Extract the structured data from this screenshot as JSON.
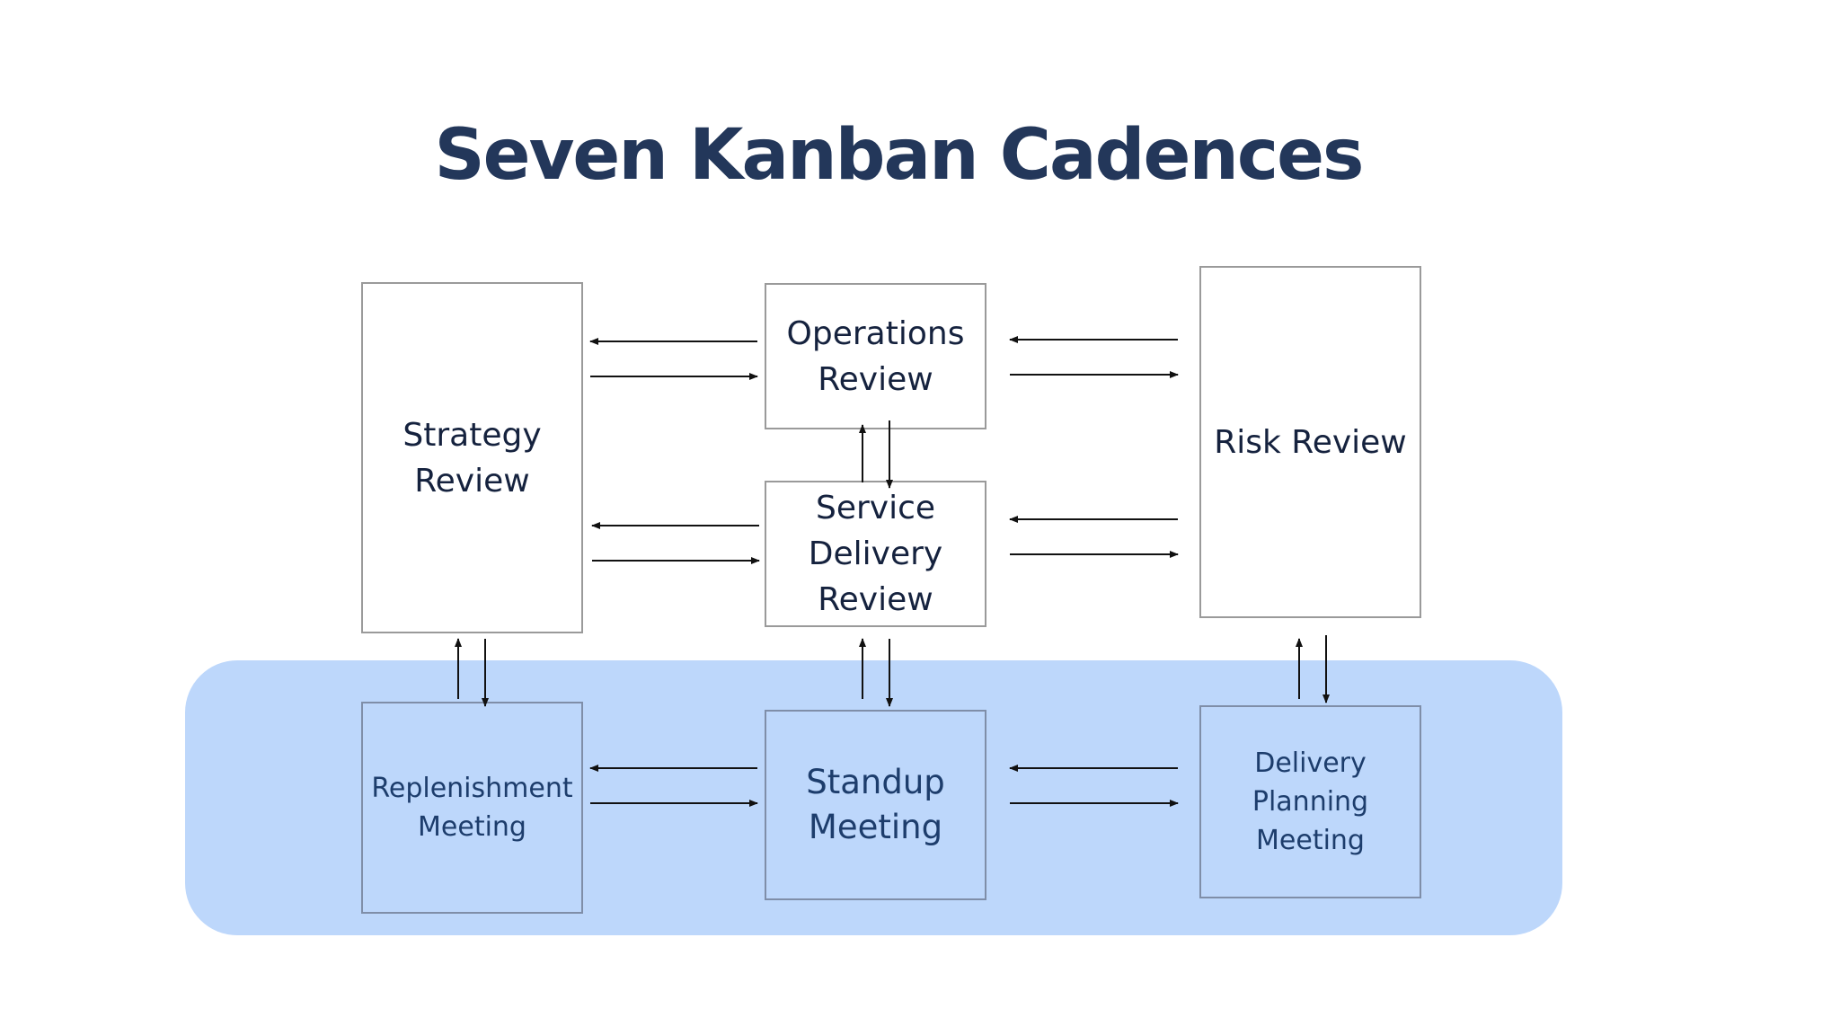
{
  "title": "Seven Kanban Cadences",
  "colors": {
    "title": "#23375a",
    "band": "#bdd7fb",
    "box_border": "#9a9a9a",
    "arrow": "#111111"
  },
  "nodes": {
    "strategy_review": "Strategy\nReview",
    "operations_review": "Operations\nReview",
    "risk_review": "Risk Review",
    "service_delivery_review": "Service\nDelivery\nReview",
    "replenishment_meeting": "Replenishment\nMeeting",
    "standup_meeting": "Standup\nMeeting",
    "delivery_planning_meeting": "Delivery\nPlanning\nMeeting"
  }
}
